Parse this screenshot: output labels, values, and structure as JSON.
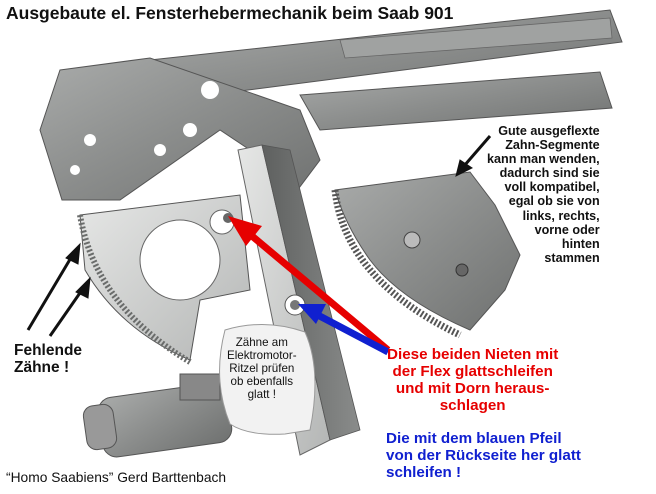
{
  "title": "Ausgebaute el. Fensterhebermechanik beim Saab 901",
  "note_lines": [
    "Gute ausgeflexte",
    "Zahn-Segmente",
    "kann man wenden,",
    "dadurch sind sie",
    "voll kompatibel,",
    "egal ob sie von",
    "links, rechts,",
    "vorne oder",
    "hinten",
    "stammen"
  ],
  "missing_teeth_lines": [
    "Fehlende",
    "Zähne !"
  ],
  "motor_note_lines": [
    "Zähne am",
    "Elektromotor-",
    "Ritzel prüfen",
    "ob ebenfalls",
    "glatt !"
  ],
  "red_note_lines": [
    "Diese beiden Nieten mit",
    "der Flex glattschleifen",
    "und mit Dorn heraus-",
    "schlagen"
  ],
  "blue_note_lines": [
    "Die mit dem blauen Pfeil",
    "von der Rückseite her glatt",
    "schleifen !"
  ],
  "credit": "“Homo Saabiens” Gerd Barttenbach",
  "colors": {
    "red_text": "#e60000",
    "blue_text": "#1020d0",
    "metal": "#8e9090",
    "background": "#ffffff"
  }
}
